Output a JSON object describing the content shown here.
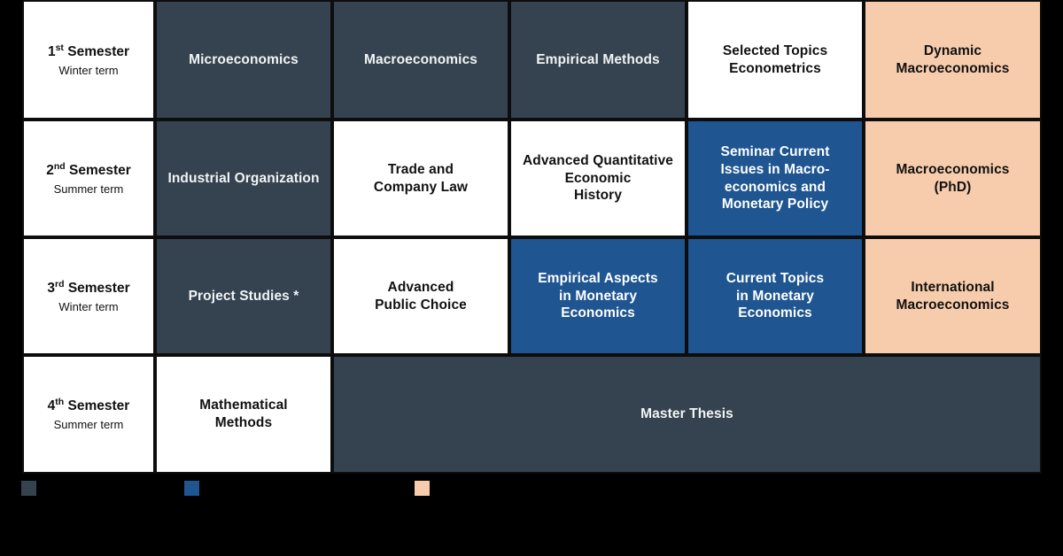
{
  "theme": {
    "background": "#000000",
    "module_dark": "#34434f",
    "module_blue": "#1f5590",
    "module_peach": "#f7ccac",
    "module_white": "#ffffff",
    "grid_line": "#0d0d0d"
  },
  "semesters": [
    {
      "ordinal": "1",
      "suffix": "st",
      "title": "Semester",
      "term": "Winter term"
    },
    {
      "ordinal": "2",
      "suffix": "nd",
      "title": "Semester",
      "term": "Summer term"
    },
    {
      "ordinal": "3",
      "suffix": "rd",
      "title": "Semester",
      "term": "Winter term"
    },
    {
      "ordinal": "4",
      "suffix": "th",
      "title": "Semester",
      "term": "Summer term"
    }
  ],
  "rows": [
    {
      "cells": [
        {
          "label": "Microeconomics",
          "style": "dark"
        },
        {
          "label": "Macroeconomics",
          "style": "dark"
        },
        {
          "label": "Empirical Methods",
          "style": "dark"
        },
        {
          "label": "Selected Topics\nEconometrics",
          "style": "white"
        },
        {
          "label": "Dynamic\nMacroeconomics",
          "style": "peach"
        }
      ]
    },
    {
      "cells": [
        {
          "label": "Industrial Organization",
          "style": "dark"
        },
        {
          "label": "Trade and\nCompany Law",
          "style": "white"
        },
        {
          "label": "Advanced Quantitative\nEconomic\nHistory",
          "style": "white"
        },
        {
          "label": "Seminar Current\nIssues in Macro-\neconomics and\nMonetary Policy",
          "style": "blue"
        },
        {
          "label": "Macroeconomics\n(PhD)",
          "style": "peach"
        }
      ]
    },
    {
      "cells": [
        {
          "label": "Project Studies *",
          "style": "dark"
        },
        {
          "label": "Advanced\nPublic Choice",
          "style": "white"
        },
        {
          "label": "Empirical Aspects\nin Monetary\nEconomics",
          "style": "blue"
        },
        {
          "label": "Current Topics\nin Monetary\nEconomics",
          "style": "blue"
        },
        {
          "label": "International\nMacroeconomics",
          "style": "peach"
        }
      ]
    },
    {
      "cells": [
        {
          "label": "Mathematical\nMethods",
          "style": "white"
        },
        {
          "label": "Master Thesis",
          "style": "dark",
          "span": 4
        }
      ]
    }
  ],
  "legend": {
    "items": [
      {
        "swatch_color": "#34434f",
        "label": ""
      },
      {
        "swatch_color": "#1f5590",
        "label": ""
      },
      {
        "swatch_color": "#f7ccac",
        "label": ""
      }
    ]
  }
}
